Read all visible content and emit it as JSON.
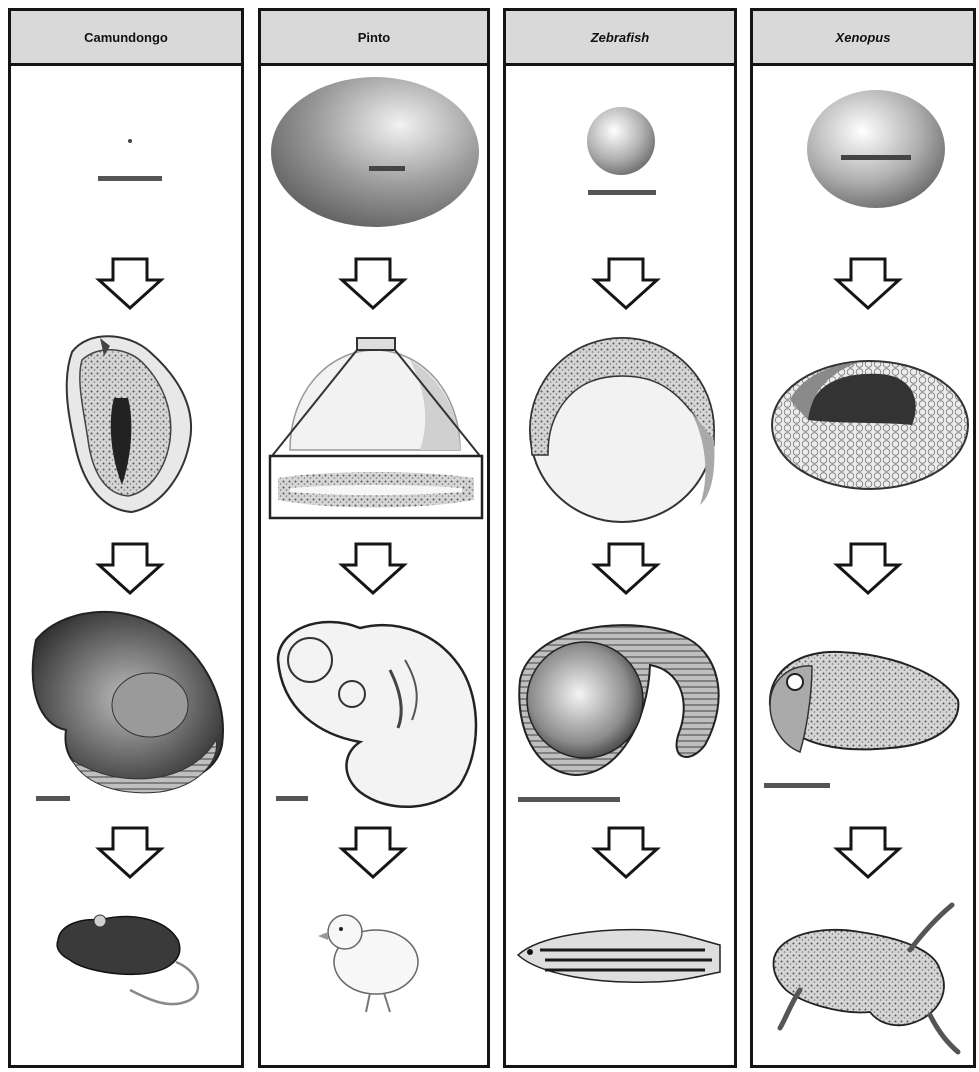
{
  "columns": [
    {
      "key": "mouse",
      "label": "Camundongo",
      "italic": false
    },
    {
      "key": "chick",
      "label": "Pinto",
      "italic": false
    },
    {
      "key": "zebrafish",
      "label": "Zebrafish",
      "italic": true
    },
    {
      "key": "xenopus",
      "label": "Xenopus",
      "italic": true
    }
  ],
  "colors": {
    "border": "#141414",
    "header_bg": "#d9d9d9",
    "scale_bar": "#555555"
  },
  "icons": [
    "down-arrow-icon",
    "scale-bar"
  ]
}
